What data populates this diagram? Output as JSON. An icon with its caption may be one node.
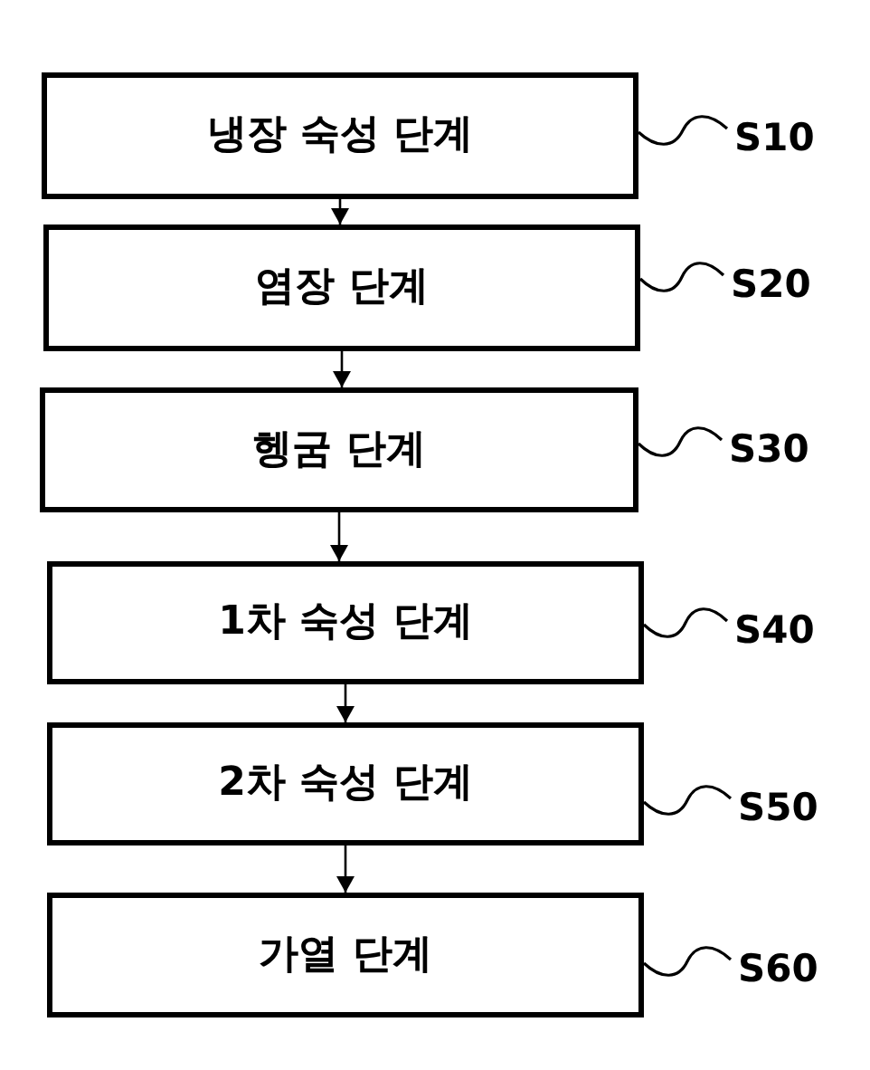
{
  "diagram": {
    "nodes": [
      {
        "text": [
          "냉장 숙성 단계"
        ]
      },
      {
        "text": [
          "염장 단계"
        ]
      },
      {
        "text": [
          "헹굼 단계"
        ]
      },
      {
        "text": [
          "1차 숙성 단계"
        ]
      },
      {
        "text": [
          "2차 숙성 단계"
        ]
      },
      {
        "text": [
          "가열 단계"
        ]
      },
      {
        "text": [
          "S10"
        ]
      },
      {
        "text": [
          "S20"
        ]
      },
      {
        "text": [
          "S30"
        ]
      },
      {
        "text": [
          "S40"
        ]
      },
      {
        "text": [
          "S50"
        ]
      },
      {
        "text": [
          "S60"
        ]
      }
    ],
    "edges": [
      {
        "from": 0,
        "to": 1,
        "arrow": "to"
      },
      {
        "from": 1,
        "to": 2,
        "arrow": "to"
      },
      {
        "from": 2,
        "to": 3,
        "arrow": "to"
      },
      {
        "from": 3,
        "to": 4,
        "arrow": "to"
      },
      {
        "from": 4,
        "to": 5,
        "arrow": "to"
      },
      {
        "from": 6,
        "to": 0,
        "arrow": "none"
      },
      {
        "from": 7,
        "to": 1,
        "arrow": "none"
      },
      {
        "from": 8,
        "to": 2,
        "arrow": "none"
      },
      {
        "from": 9,
        "to": 3,
        "arrow": "none"
      },
      {
        "from": 10,
        "to": 4,
        "arrow": "none"
      },
      {
        "from": 11,
        "to": 5,
        "arrow": "none"
      }
    ]
  }
}
